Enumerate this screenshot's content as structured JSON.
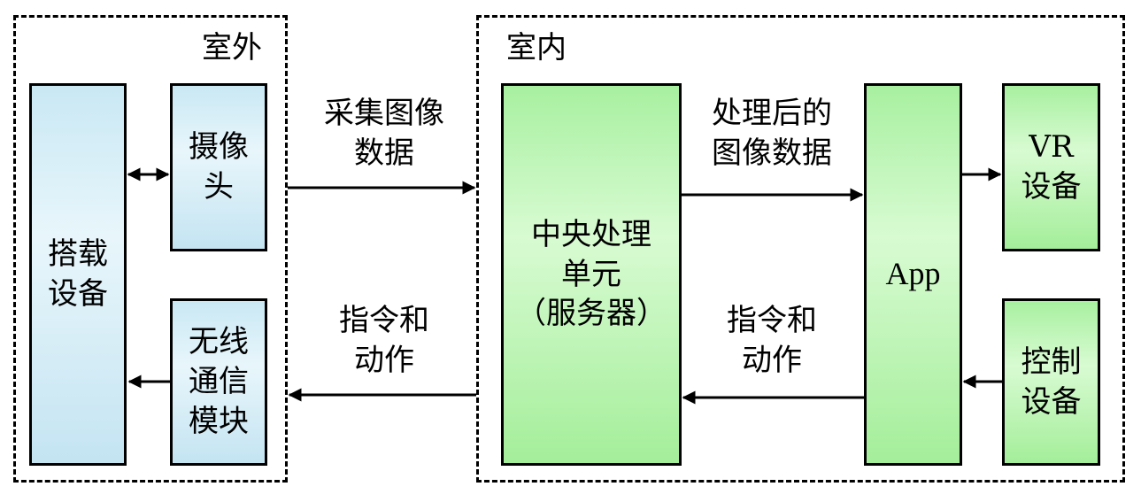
{
  "zones": {
    "outdoor": "室外",
    "indoor": "室内"
  },
  "nodes": {
    "carrier": "搭载\n设备",
    "camera": "摄像\n头",
    "wireless": "无线\n通信\n模块",
    "cpu": "中央处理\n单元\n（服务器）",
    "app": "App",
    "vr": "VR\n设备",
    "control": "控制\n设备"
  },
  "edges": {
    "image_capture": "采集图像\n数据",
    "commands_outdoor": "指令和\n动作",
    "processed_image": "处理后的\n图像数据",
    "commands_indoor": "指令和\n动作"
  }
}
